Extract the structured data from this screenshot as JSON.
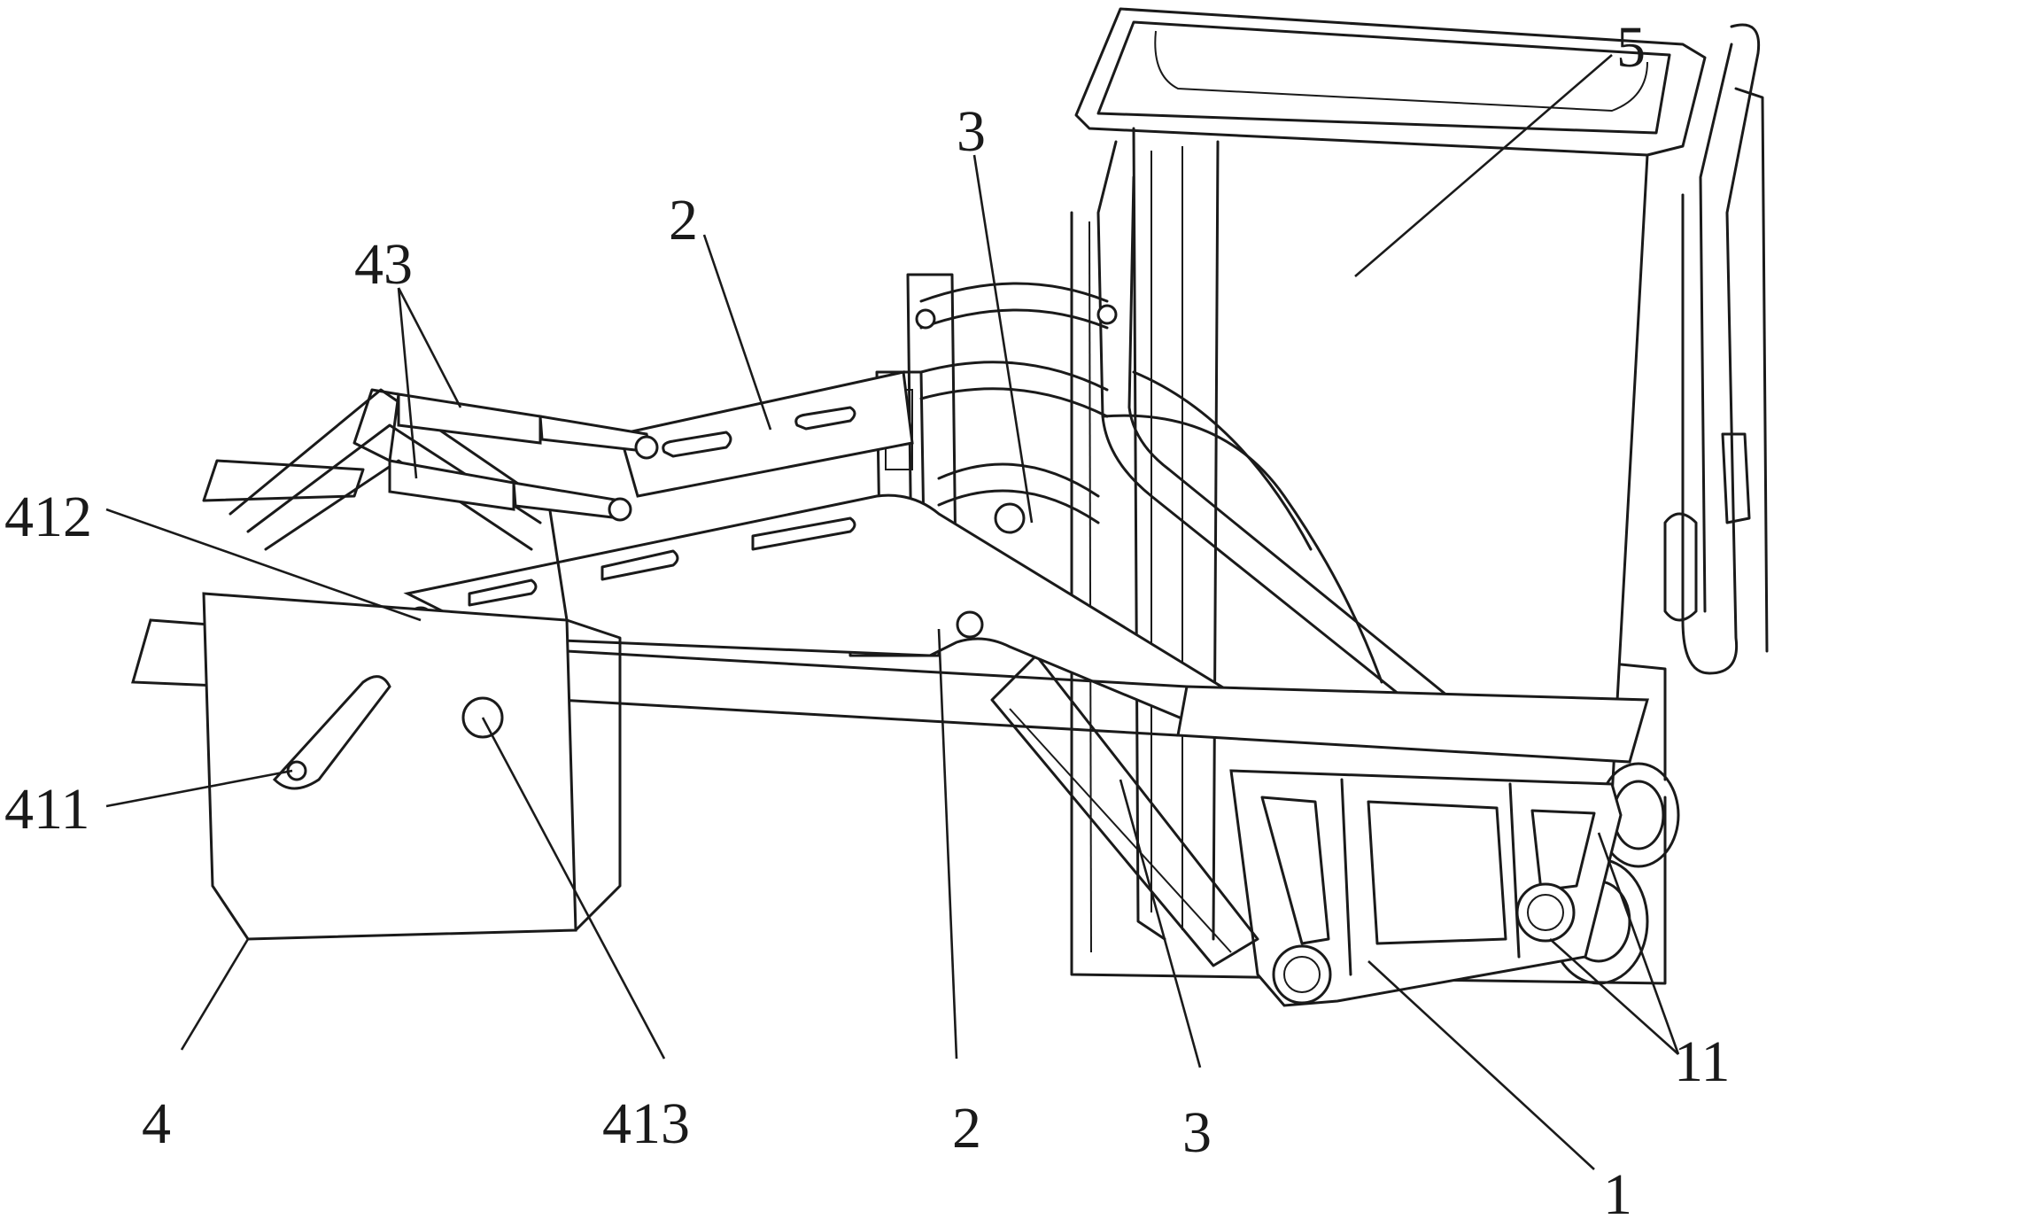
{
  "callouts": [
    {
      "id": "5",
      "text": "5"
    },
    {
      "id": "3-top",
      "text": "3"
    },
    {
      "id": "2-top",
      "text": "2"
    },
    {
      "id": "43",
      "text": "43"
    },
    {
      "id": "412",
      "text": "412"
    },
    {
      "id": "411",
      "text": "411"
    },
    {
      "id": "4",
      "text": "4"
    },
    {
      "id": "413",
      "text": "413"
    },
    {
      "id": "2-bottom",
      "text": "2"
    },
    {
      "id": "3-bottom",
      "text": "3"
    },
    {
      "id": "11",
      "text": "11"
    },
    {
      "id": "1",
      "text": "1"
    }
  ]
}
